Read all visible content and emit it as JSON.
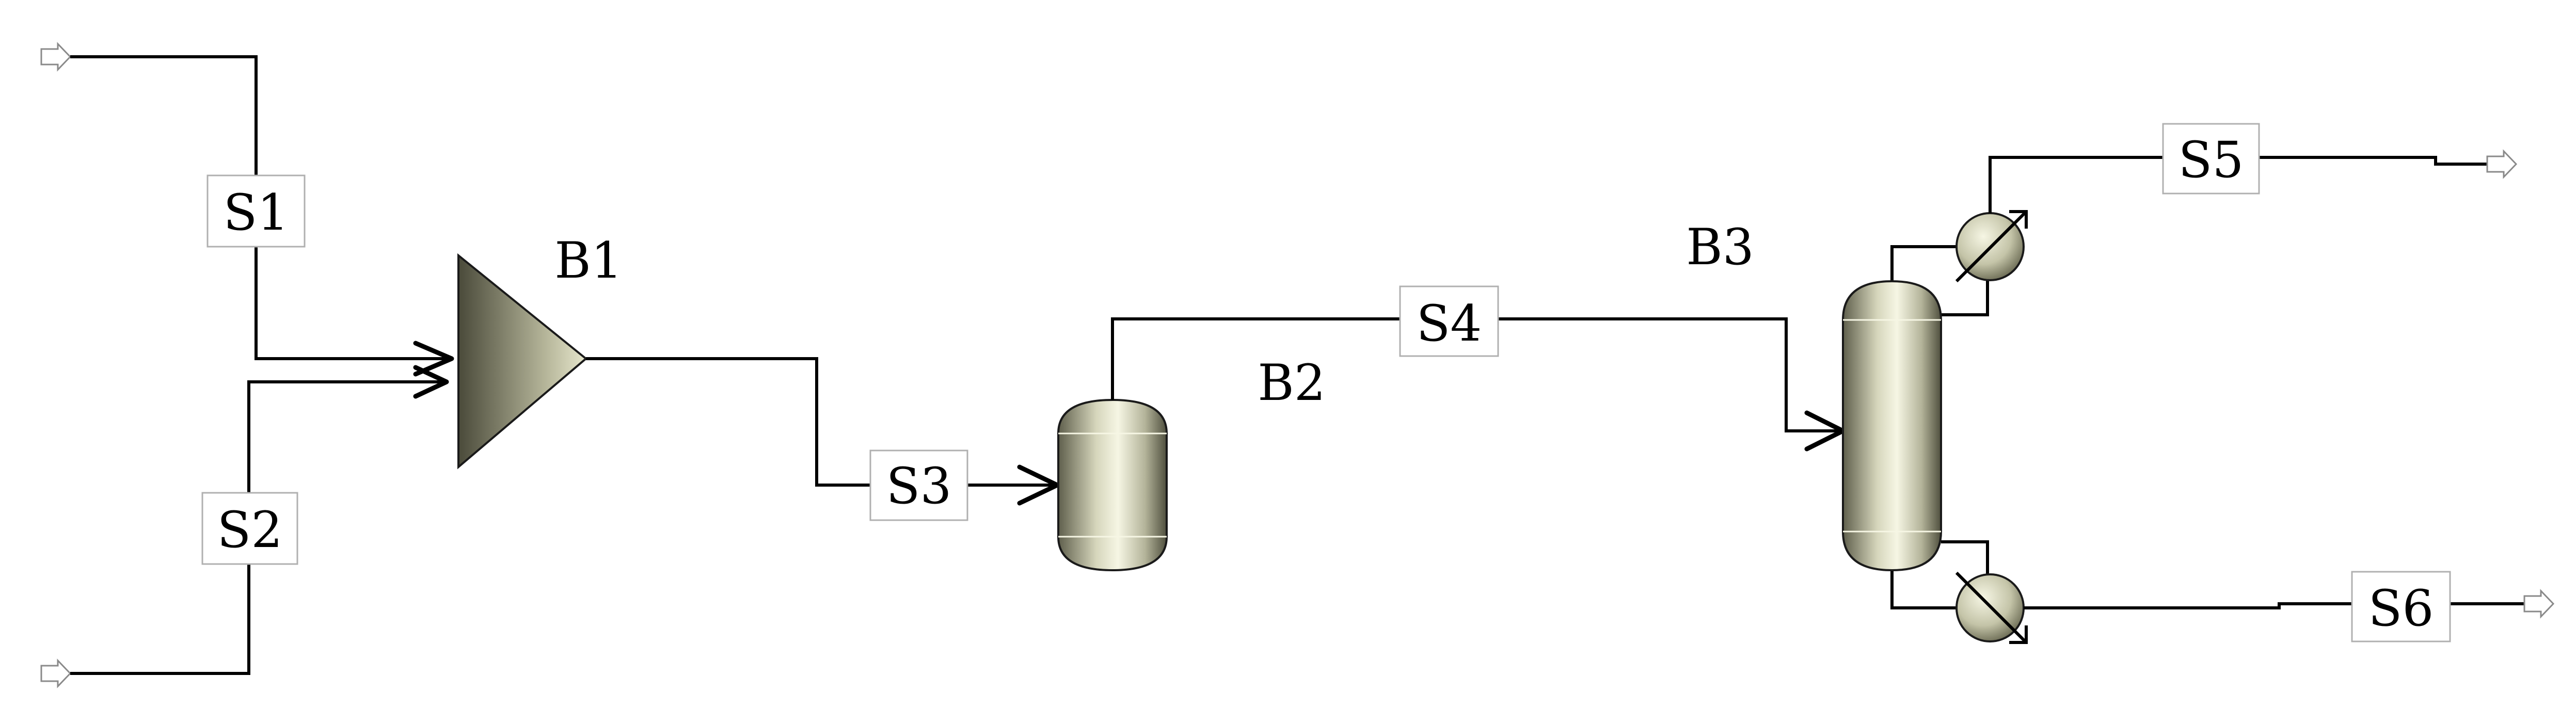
{
  "streams": {
    "s1": {
      "label": "S1"
    },
    "s2": {
      "label": "S2"
    },
    "s3": {
      "label": "S3"
    },
    "s4": {
      "label": "S4"
    },
    "s5": {
      "label": "S5"
    },
    "s6": {
      "label": "S6"
    }
  },
  "blocks": {
    "b1": {
      "label": "B1",
      "type": "mixer"
    },
    "b2": {
      "label": "B2",
      "type": "flash-drum"
    },
    "b3": {
      "label": "B3",
      "type": "distillation-column"
    }
  },
  "colors": {
    "equipment_light": "#f2f2dc",
    "equipment_dark": "#6e6e58",
    "pipe": "#000000",
    "label_border": "#b0b0b0"
  }
}
